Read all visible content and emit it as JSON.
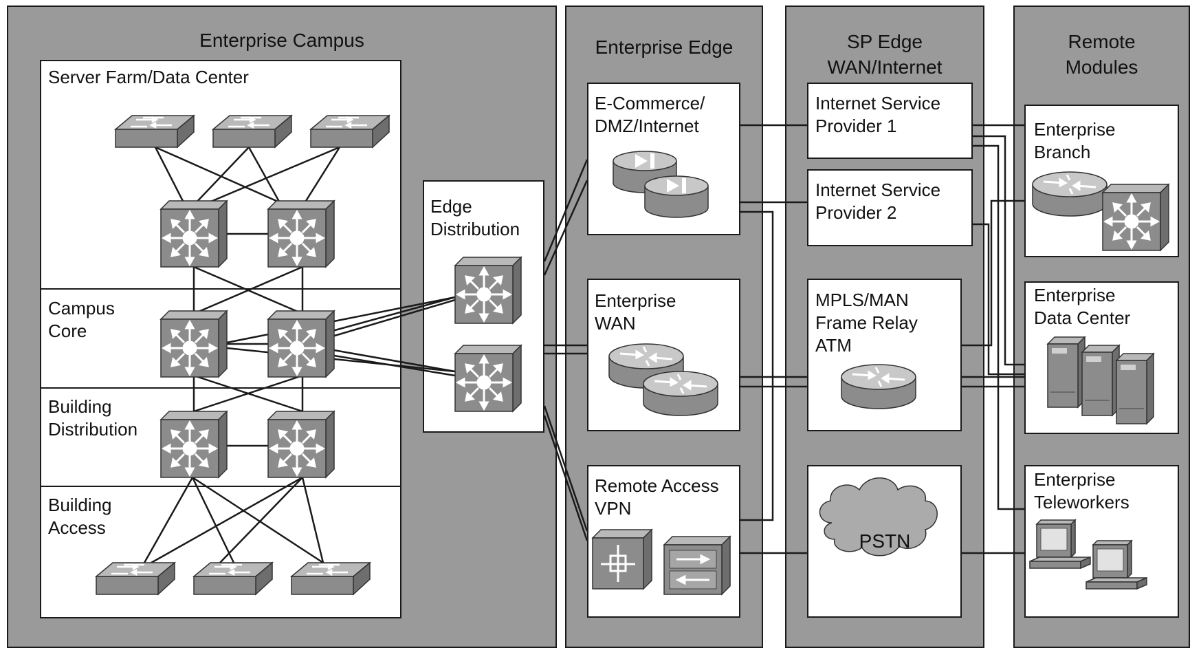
{
  "panes": {
    "campus": "Enterprise Campus",
    "edge": "Enterprise Edge",
    "sp": "SP Edge\nWAN/Internet",
    "remote": "Remote\nModules"
  },
  "campus_sections": {
    "server_farm": "Server Farm/Data Center",
    "core": "Campus\nCore",
    "distribution": "Building\nDistribution",
    "access": "Building\nAccess"
  },
  "edge_distribution": "Edge\nDistribution",
  "edge_modules": {
    "ecommerce": "E-Commerce/\nDMZ/Internet",
    "wan": "Enterprise\nWAN",
    "vpn": "Remote Access\nVPN"
  },
  "sp_modules": {
    "isp1": "Internet Service\nProvider 1",
    "isp2": "Internet Service\nProvider 2",
    "mpls": "MPLS/MAN\nFrame Relay\nATM",
    "pstn": "PSTN"
  },
  "remote_modules": {
    "branch": "Enterprise\nBranch",
    "datacenter": "Enterprise\nData Center",
    "teleworkers": "Enterprise\nTeleworkers"
  },
  "colors": {
    "pane": "#9a9a9a",
    "box": "#ffffff",
    "line": "#1a1a1a",
    "device_top": "#b9b9b9",
    "device_front": "#8c8c8c",
    "device_side": "#6e6e6e"
  }
}
